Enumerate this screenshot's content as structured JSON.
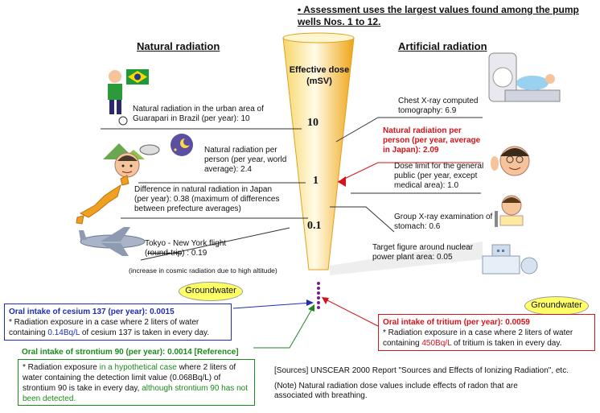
{
  "header_note": "• Assessment uses the largest values found among the pump wells Nos. 1 to 12.",
  "left_heading": "Natural radiation",
  "right_heading": "Artificial radiation",
  "axis": {
    "title": "Effective dose (mSV)",
    "ticks": [
      "10",
      "1",
      "0.1"
    ]
  },
  "left_items": {
    "guarapari": "Natural radiation in the urban area of Guarapari in Brazil (per year): 10",
    "world": "Natural radiation per person (per year, world average): 2.4",
    "japan_diff": "Difference in natural radiation in Japan (per year): 0.38 (maximum of differences between prefecture averages)",
    "flight_a": "Tokyo - New York flight",
    "flight_b_strike": "round-trip",
    "flight_b_rest": ") : 0.19",
    "flight_note": "(increase in cosmic radiation due to high altitude)"
  },
  "right_items": {
    "ct": "Chest X-ray computed tomography: 6.9",
    "japan_avg": "Natural radiation per person (per year, average in Japan): 2.09",
    "dose_limit": "Dose limit for the general public (per year, except medical area): 1.0",
    "stomach": "Group X-ray examination of stomach: 0.6",
    "npp": "Target figure around nuclear power plant area: 0.05"
  },
  "groundwater_label": "Groundwater",
  "cesium": {
    "title": "Oral intake of cesium 137 (per year): 0.0015",
    "line1": "* Radiation exposure in a case where 2 liters of water",
    "line2_pre": "containing ",
    "line2_val": "0.14Bq/L",
    "line2_post": " of cesium 137 is taken in every day."
  },
  "strontium": {
    "title": "Oral intake of strontium 90 (per year): 0.0014 [Reference]",
    "pre": "* Radiation exposure ",
    "hyp": "in a hypothetical case",
    "mid": " where 2 liters of water containing the detection limit value (0.068Bq/L) of strontium 90 is take in every day, ",
    "end": "although strontium 90 has not been detected."
  },
  "tritium": {
    "title": "Oral intake of tritium (per year): 0.0059",
    "line1": "* Radiation exposure in a case where 2 liters of water",
    "line2_pre": "containing ",
    "line2_val": "450Bq/L",
    "line2_post": " of tritium is taken in every day."
  },
  "sources": "[Sources]  UNSCEAR 2000 Report \"Sources and Effects of Ionizing Radiation\", etc.",
  "note": "(Note) Natural radiation dose values include effects of radon that are associated with breathing.",
  "colors": {
    "funnel": "#f2b631",
    "blue": "#1f2fb0",
    "red": "#d4131b",
    "green": "#1d8a1d",
    "groundwater": "#ffff66"
  },
  "icons": [
    "soccer-player-icon",
    "brazil-flag-icon",
    "mountains-icon",
    "moon-stars-icon",
    "person-face-icon",
    "japan-map-icon",
    "airplane-icon",
    "hospital-ct-icon",
    "doctor-icon",
    "xray-patient-icon",
    "nuclear-plant-icon"
  ]
}
